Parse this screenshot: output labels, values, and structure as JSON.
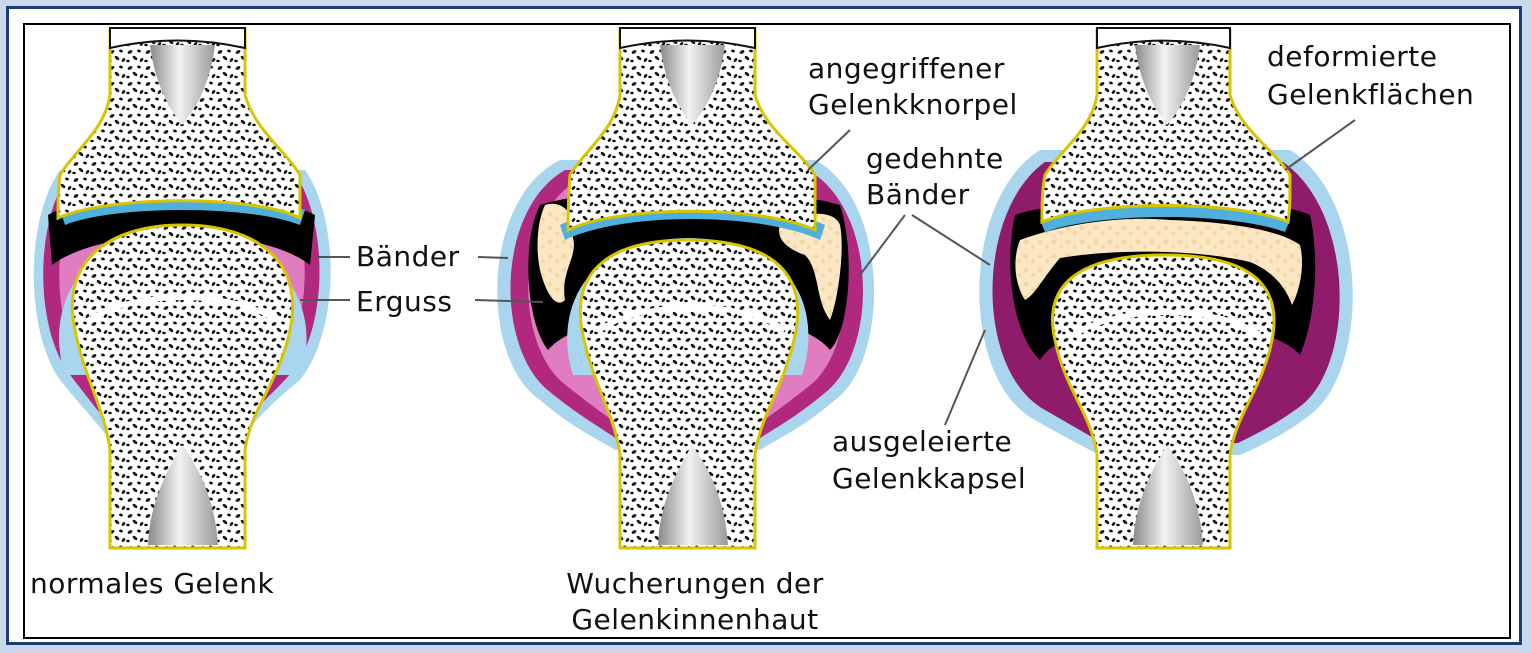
{
  "labels": {
    "caption_normal": "normales Gelenk",
    "caption_synovitis_line1": "Wucherungen der",
    "caption_synovitis_line2": "Gelenkinnenhaut",
    "baender": "Bänder",
    "erguss": "Erguss",
    "angegriffener_line1": "angegriffener",
    "angegriffener_line2": "Gelenkknorpel",
    "gedehnte_line1": "gedehnte",
    "gedehnte_line2": "Bänder",
    "ausgeleierte_line1": "ausgeleierte",
    "ausgeleierte_line2": "Gelenkkapsel",
    "deformierte_line1": "deformierte",
    "deformierte_line2": "Gelenkflächen"
  },
  "colors": {
    "frame_outer": "#1a3b73",
    "background": "#c9d8ea",
    "bone_outline": "#d9c400",
    "capsule_magenta": "#b0297f",
    "capsule_pink": "#e07cc0",
    "ligament_blue": "#a9d6ee",
    "cartilage_blue": "#4fb0dd",
    "effusion_black": "#000000",
    "synovial_growth": "#fbe7c4",
    "marrow": "#c9c9c9"
  }
}
